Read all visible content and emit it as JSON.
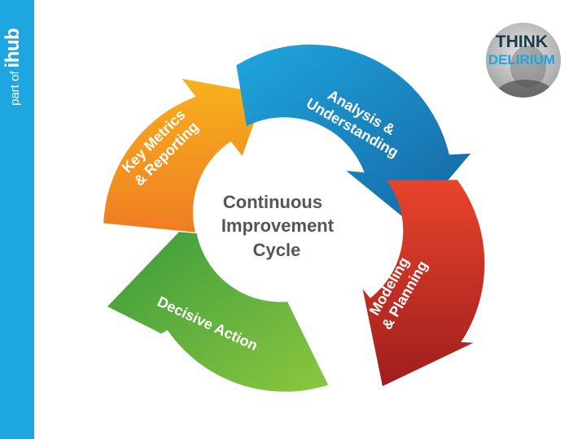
{
  "sidebar": {
    "brand_prefix": "part of",
    "brand_name": "ihub",
    "color": "#1ea6e0"
  },
  "logo": {
    "line1": "THINK",
    "line2": "DELIRIUM"
  },
  "diagram": {
    "center": [
      "Continuous",
      "Improvement",
      "Cycle"
    ],
    "stages": [
      {
        "id": "analysis",
        "lines": [
          "Analysis &",
          "Understanding"
        ],
        "color_light": "#1fa6dd",
        "color_dark": "#1565a3"
      },
      {
        "id": "modeling",
        "lines": [
          "Modeling",
          "& Planning"
        ],
        "color_light": "#e8442b",
        "color_dark": "#9e1e1e"
      },
      {
        "id": "action",
        "lines": [
          "Decisive Action"
        ],
        "color_light": "#8cc63f",
        "color_dark": "#3a9b3c"
      },
      {
        "id": "metrics",
        "lines": [
          "Key Metrics",
          "& Reporting"
        ],
        "color_light": "#f7b11d",
        "color_dark": "#ef7d22"
      }
    ]
  }
}
